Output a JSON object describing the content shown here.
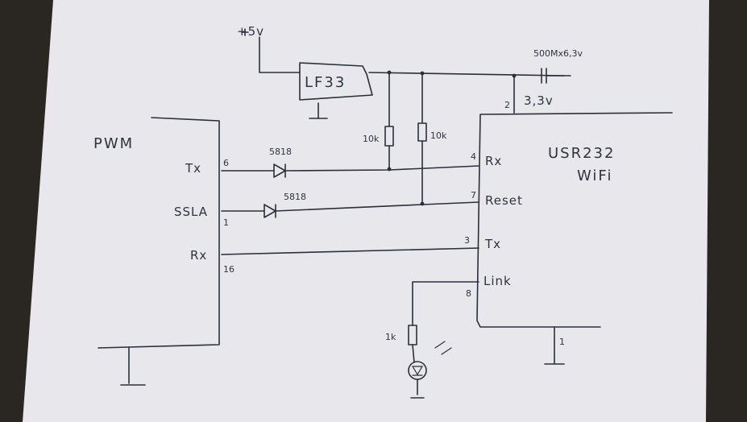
{
  "photo": {
    "paper_color": "#e8e8ec",
    "ink_color": "#2b2f3a",
    "background_color": "#2a2622"
  },
  "power": {
    "supply_label": "+5v",
    "regulator_label": "LF33",
    "cap_label": "500Mx6,3v",
    "rail_label": "3,3v",
    "rail_pin": "2"
  },
  "pwm": {
    "title": "PWM",
    "pins": [
      {
        "name": "Tx",
        "num": "6"
      },
      {
        "name": "SSLA",
        "num": "1"
      },
      {
        "name": "Rx",
        "num": "16"
      }
    ]
  },
  "wifi": {
    "title_line1": "USR232",
    "title_line2": "WiFi",
    "pins": [
      {
        "name": "Rx",
        "num": "4"
      },
      {
        "name": "Reset",
        "num": "7"
      },
      {
        "name": "Tx",
        "num": "3"
      },
      {
        "name": "Link",
        "num": "8"
      }
    ],
    "gnd_pin": "1"
  },
  "parts": {
    "diode1": "5818",
    "diode2": "5818",
    "resistor1": "10k",
    "resistor2": "10k",
    "resistor_led": "1k"
  }
}
